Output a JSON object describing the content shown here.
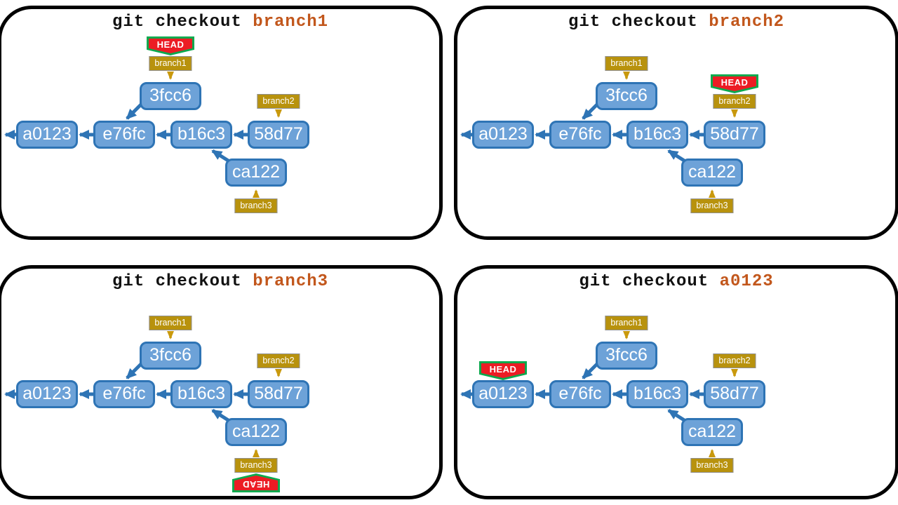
{
  "head_label": "HEAD",
  "commits": {
    "a0123": "a0123",
    "e76fc": "e76fc",
    "b16c3": "b16c3",
    "58d77": "58d77",
    "3fcc6": "3fcc6",
    "ca122": "ca122"
  },
  "branches": {
    "branch1": "branch1",
    "branch2": "branch2",
    "branch3": "branch3"
  },
  "panels": [
    {
      "command": "git checkout ",
      "argument": "branch1",
      "head_points_to": "branch1"
    },
    {
      "command": "git checkout ",
      "argument": "branch2",
      "head_points_to": "branch2"
    },
    {
      "command": "git checkout ",
      "argument": "branch3",
      "head_points_to": "branch3"
    },
    {
      "command": "git checkout ",
      "argument": "a0123",
      "head_points_to": "a0123"
    }
  ],
  "graph_edges": [
    {
      "from": "e76fc",
      "to": "a0123"
    },
    {
      "from": "b16c3",
      "to": "e76fc"
    },
    {
      "from": "58d77",
      "to": "b16c3"
    },
    {
      "from": "3fcc6",
      "to": "e76fc"
    },
    {
      "from": "ca122",
      "to": "b16c3"
    },
    {
      "from": "a0123",
      "to": "offscreen-left"
    }
  ],
  "colors": {
    "commit_fill": "#6da2d8",
    "commit_border": "#2e74b5",
    "arrow_blue": "#2e74b5",
    "branch_tag_fill": "#b8920d",
    "branch_tag_border": "#8f8f8f",
    "branch_arrow": "#c9990d",
    "head_fill": "#ec1c24",
    "head_border": "#0ba94e",
    "title_command_color": "#111111",
    "title_argument_color": "#c2571c",
    "panel_border": "#000000"
  }
}
